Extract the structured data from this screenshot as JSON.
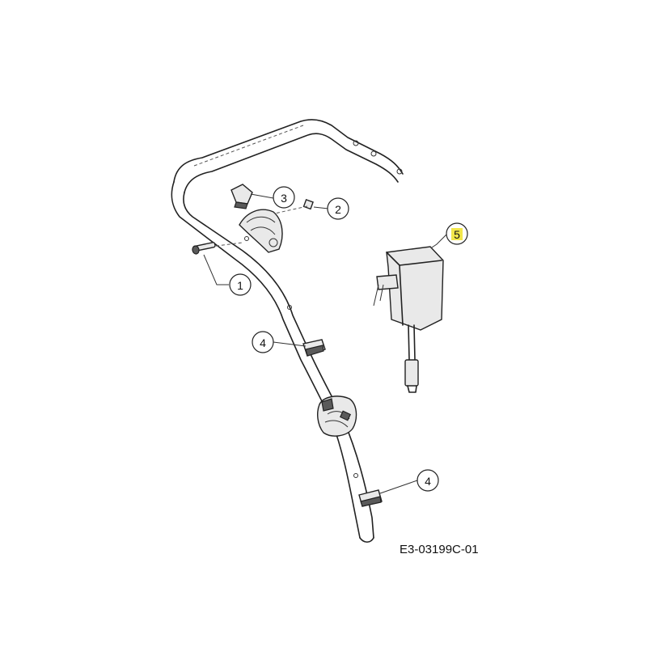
{
  "callouts": [
    {
      "id": "1",
      "label": "1"
    },
    {
      "id": "2",
      "label": "2"
    },
    {
      "id": "3",
      "label": "3"
    },
    {
      "id": "4a",
      "label": "4"
    },
    {
      "id": "4b",
      "label": "4"
    },
    {
      "id": "5",
      "label": "5"
    }
  ],
  "highlight_color": "#f2e64a",
  "drawing_code": "E3-03199C-01"
}
